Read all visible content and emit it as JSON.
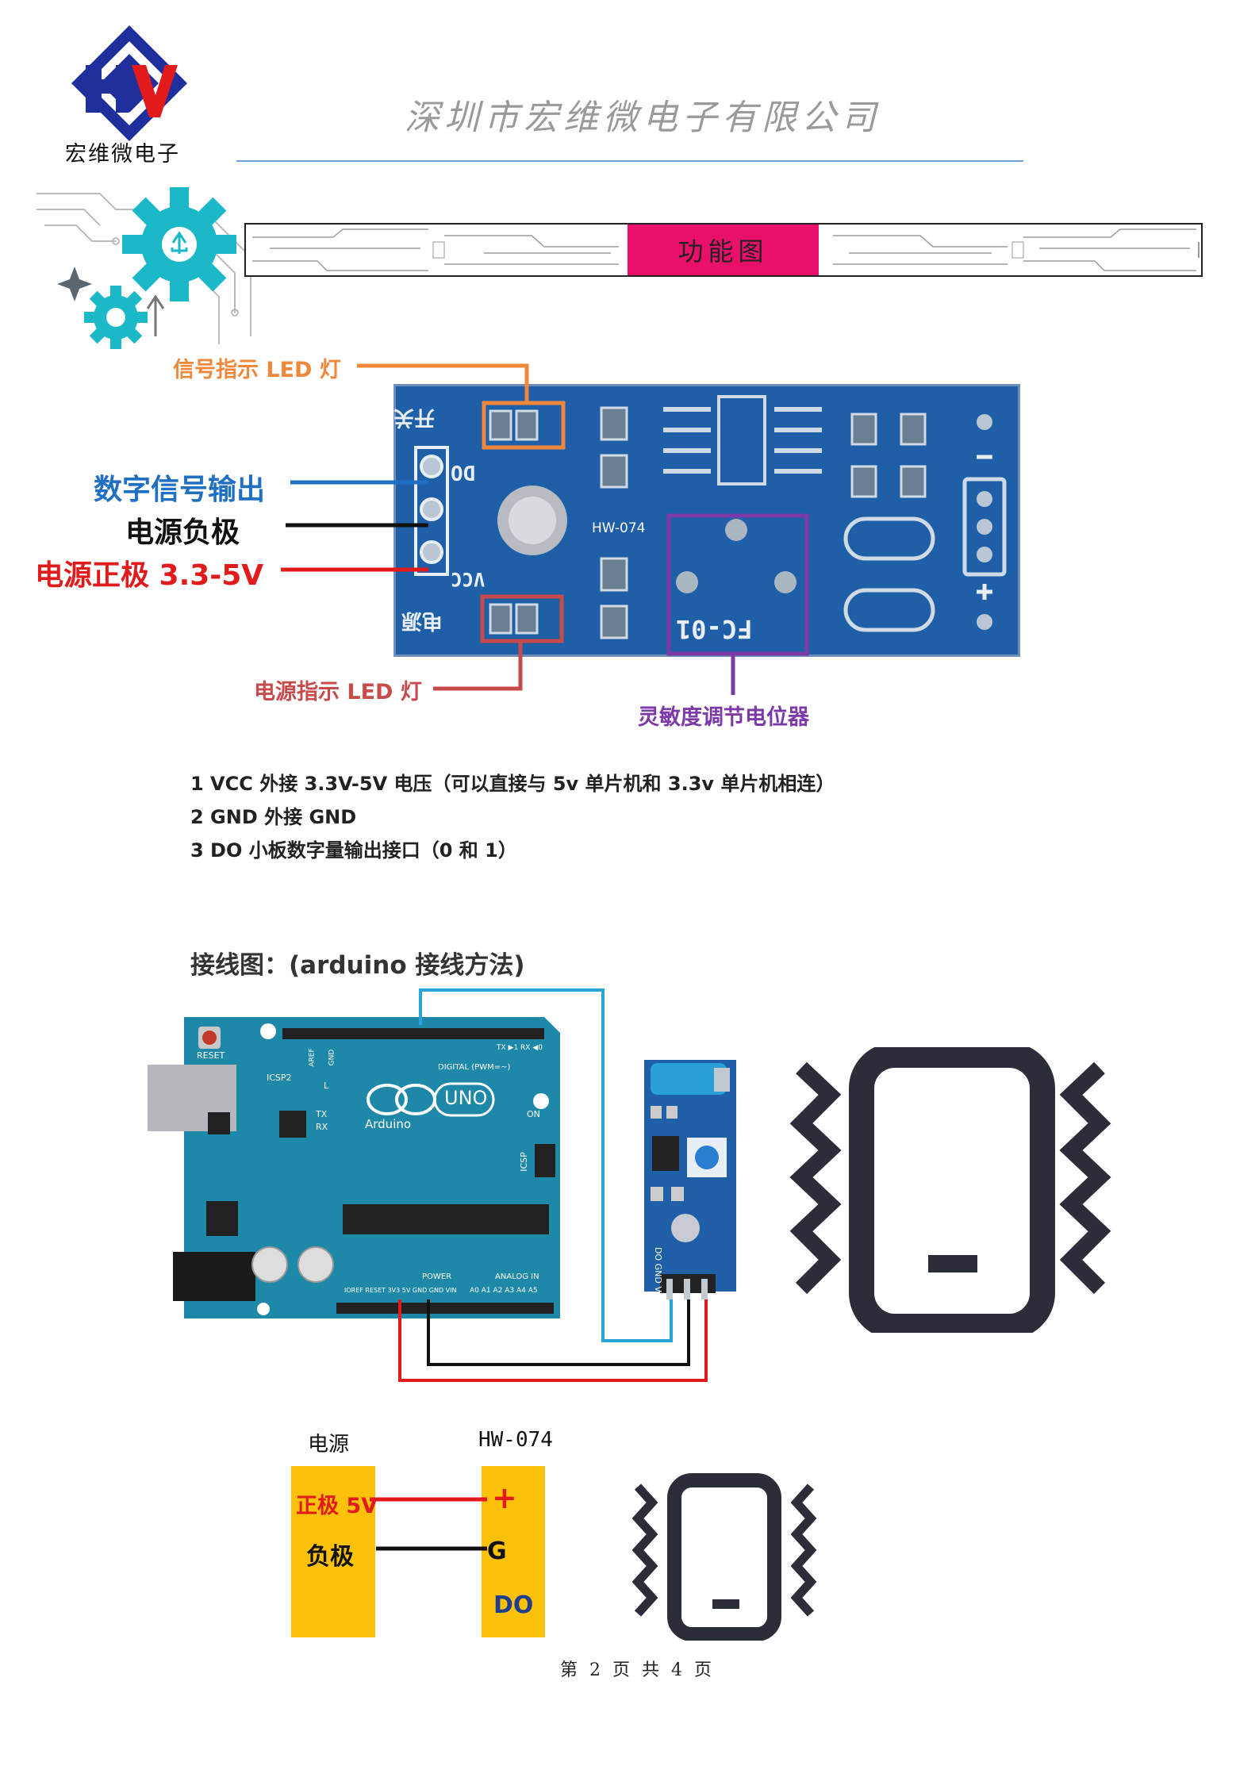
{
  "header": {
    "logo_text": "宏维微电子",
    "company_name": "深圳市宏维微电子有限公司",
    "banner_title": "功能图"
  },
  "module_diagram": {
    "module_label": "HW-074",
    "silk_top": "开关",
    "silk_bottom": "电源",
    "silk_do": "DO",
    "silk_vcc": "VCC",
    "silk_pot": "FC-01",
    "signal_led_label": "信号指示 LED 灯",
    "do_label": "数字信号输出",
    "gnd_label": "电源负极",
    "vcc_label": "电源正极  3.3-5V",
    "power_led_label": "电源指示 LED 灯",
    "pot_label": "灵敏度调节电位器",
    "colors": {
      "signal_led": "#f0883c",
      "do": "#1f6fc2",
      "gnd": "#111111",
      "vcc": "#e11b1b",
      "power_led": "#c84b4b",
      "pot": "#7b3aa8",
      "pcb": "#1f5fa8"
    }
  },
  "pins": [
    "1 VCC  外接 3.3V-5V 电压（可以直接与 5v 单片机和 3.3v 单片机相连）",
    "2 GND  外接 GND",
    "3 DO   小板数字量输出接口（0 和 1）"
  ],
  "wiring": {
    "title": "接线图：(arduino 接线方法)",
    "board": {
      "reset": "RESET",
      "icsp2": "ICSP2",
      "digital": "DIGITAL (PWM=~)",
      "uno": "UNO",
      "brand": "Arduino",
      "tx": "TX",
      "rx": "RX",
      "l": "L",
      "on": "ON",
      "icsp": "ICSP",
      "power": "POWER",
      "analog": "ANALOG IN",
      "aref": "AREF",
      "gnd": "GND",
      "txrx": "TX ▶1  RX ◀0",
      "power_pins": "IOREF RESET 3V3 5V GND GND VIN",
      "analog_pins": "A0 A1 A2 A3 A4 A5"
    },
    "module_pins": "DO GND VCC"
  },
  "connection": {
    "power_title": "电源",
    "module_title": "HW-074",
    "pwr_pos": "正极 5V",
    "pwr_neg": "负极",
    "mod_plus": "+",
    "mod_g": "G",
    "mod_do": "DO"
  },
  "footer": "第 2 页 共 4 页"
}
